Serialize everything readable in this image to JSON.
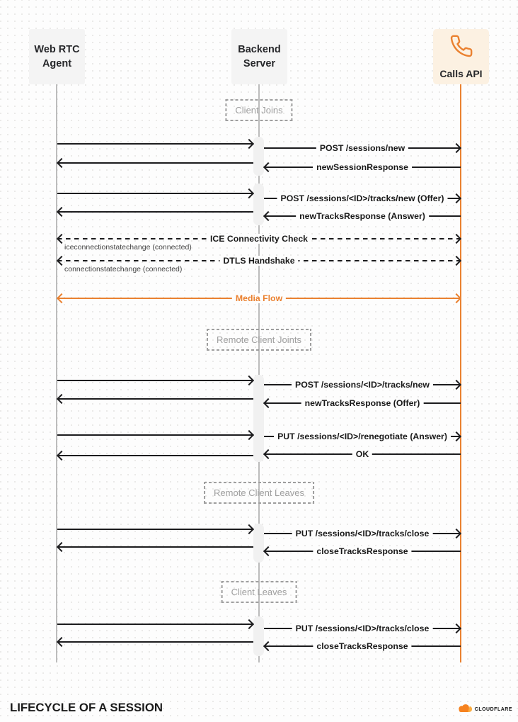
{
  "title": "LIFECYCLE OF A SESSION",
  "brand": {
    "name": "CLOUDFLARE"
  },
  "colors": {
    "accent_orange": "#ea8130",
    "arrow_black": "#1c1c1e",
    "lifeline_gray": "#bcbcbc"
  },
  "actors": {
    "webrtc": {
      "line1": "Web RTC",
      "line2": "Agent"
    },
    "backend": {
      "line1": "Backend",
      "line2": "Server"
    },
    "calls_api": {
      "label": "Calls API",
      "icon": "phone-icon"
    }
  },
  "sections": {
    "s1": {
      "label": "Client Joins"
    },
    "s2": {
      "label": "Remote Client Joints"
    },
    "s3": {
      "label": "Remote Client Leaves"
    },
    "s4": {
      "label": "Client Leaves"
    }
  },
  "messages": {
    "m1": {
      "label": "POST /sessions/new"
    },
    "m2": {
      "label": "newSessionResponse"
    },
    "m3": {
      "label": "POST /sessions/<ID>/tracks/new (Offer)"
    },
    "m4": {
      "label": "newTracksResponse (Answer)"
    },
    "ice": {
      "label": "ICE Connectivity Check",
      "note": "iceconnectionstatechange (connected)"
    },
    "dtls": {
      "label": "DTLS Handshake",
      "note": "connectionstatechange (connected)"
    },
    "media": {
      "label": "Media Flow"
    },
    "m5": {
      "label": "POST /sessions/<ID>/tracks/new"
    },
    "m6": {
      "label": "newTracksResponse (Offer)"
    },
    "m7": {
      "label": "PUT /sessions/<ID>/renegotiate (Answer)"
    },
    "m8": {
      "label": "OK"
    },
    "m9": {
      "label": "PUT /sessions/<ID>/tracks/close"
    },
    "m10": {
      "label": "closeTracksResponse"
    },
    "m11": {
      "label": "PUT /sessions/<ID>/tracks/close"
    },
    "m12": {
      "label": "closeTracksResponse"
    }
  }
}
